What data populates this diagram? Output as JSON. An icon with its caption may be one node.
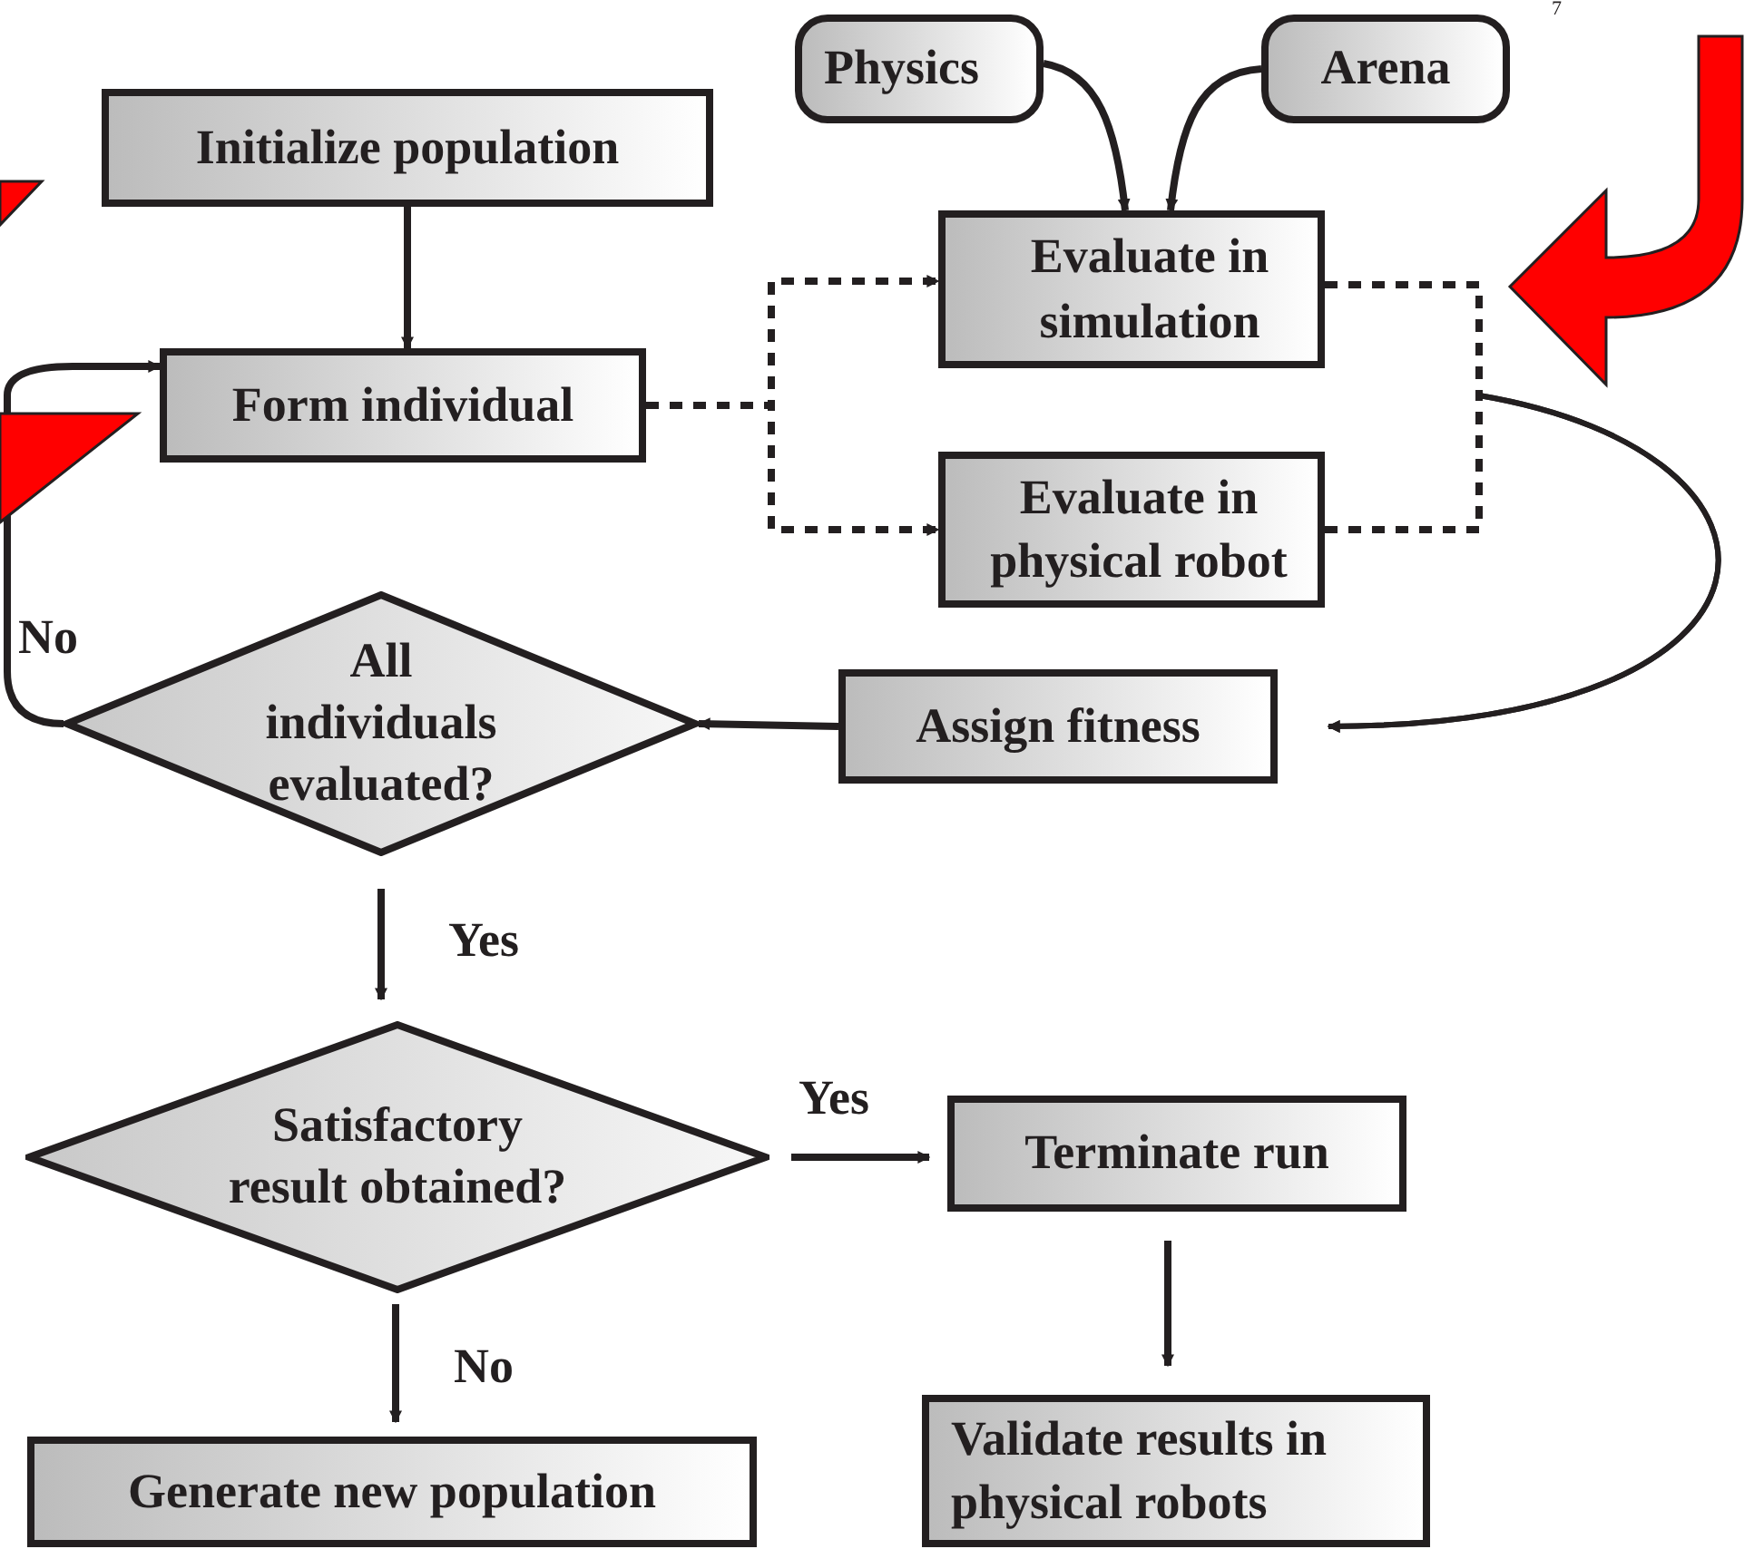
{
  "diagram": {
    "nodes": [
      {
        "text": [
          "Initialize population"
        ]
      },
      {
        "text": [
          "Form individual"
        ]
      },
      {
        "text": [
          "Physics"
        ]
      },
      {
        "text": [
          "Arena"
        ]
      },
      {
        "text": [
          "Evaluate in simulation"
        ]
      },
      {
        "text": [
          "Evaluate in physical robot"
        ]
      },
      {
        "text": [
          "All individuals evaluated?"
        ]
      },
      {
        "text": [
          "Assign fitness"
        ]
      },
      {
        "text": [
          "Satisfactory result obtained?"
        ]
      },
      {
        "text": [
          "Terminate run"
        ]
      },
      {
        "text": [
          "Generate new population"
        ]
      },
      {
        "text": [
          "Validate results in physical robots"
        ]
      }
    ],
    "edges": [
      {
        "from": 0,
        "to": 1,
        "arrow": "to"
      },
      {
        "from": 1,
        "to": 4,
        "arrow": "to",
        "style": "dashed"
      },
      {
        "from": 1,
        "to": 5,
        "arrow": "to",
        "style": "dashed"
      },
      {
        "from": 2,
        "to": 4,
        "arrow": "to"
      },
      {
        "from": 3,
        "to": 4,
        "arrow": "to"
      },
      {
        "from": 4,
        "to": 7,
        "arrow": "to"
      },
      {
        "from": 5,
        "to": 7,
        "arrow": "to"
      },
      {
        "from": 7,
        "to": 6,
        "arrow": "to"
      },
      {
        "from": 6,
        "to": 1,
        "arrow": "to",
        "label": "No"
      },
      {
        "from": 6,
        "to": 8,
        "arrow": "to",
        "label": "Yes"
      },
      {
        "from": 8,
        "to": 9,
        "arrow": "to",
        "label": "Yes"
      },
      {
        "from": 8,
        "to": 10,
        "arrow": "to",
        "label": "No"
      },
      {
        "from": 9,
        "to": 11,
        "arrow": "to"
      },
      {
        "from": null,
        "to": 1,
        "arrow": "to",
        "style": "thick",
        "color": "#ff0000"
      }
    ],
    "labels": [
      "7"
    ]
  }
}
